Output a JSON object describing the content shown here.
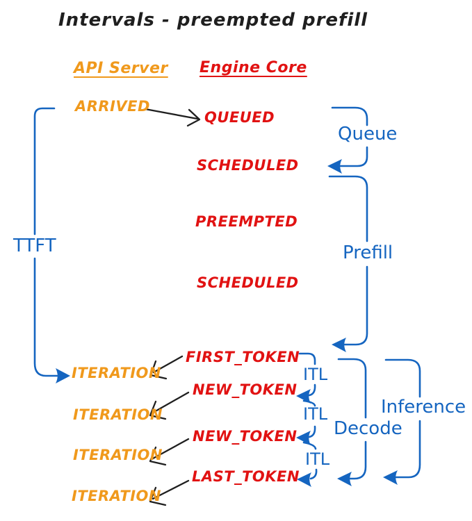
{
  "title": "Intervals - preempted prefill",
  "colors": {
    "orange": "#F0991C",
    "red": "#E11212",
    "blue": "#1565C0",
    "ink": "#1F1F1F"
  },
  "columns": {
    "api_server_label": "API Server",
    "engine_core_label": "Engine Core"
  },
  "api_server_events": {
    "arrived": "ARRIVED",
    "iteration_1": "ITERATION",
    "iteration_2": "ITERATION",
    "iteration_3": "ITERATION",
    "iteration_4": "ITERATION"
  },
  "engine_core_events": {
    "queued": "QUEUED",
    "scheduled_1": "SCHEDULED",
    "preempted": "PREEMPTED",
    "scheduled_2": "SCHEDULED",
    "first_token": "FIRST_TOKEN",
    "new_token_1": "NEW_TOKEN",
    "new_token_2": "NEW_TOKEN",
    "last_token": "LAST_TOKEN"
  },
  "interval_labels": {
    "ttft": "TTFT",
    "queue": "Queue",
    "prefill": "Prefill",
    "itl_1": "ITL",
    "itl_2": "ITL",
    "itl_3": "ITL",
    "decode": "Decode",
    "inference": "Inference"
  }
}
